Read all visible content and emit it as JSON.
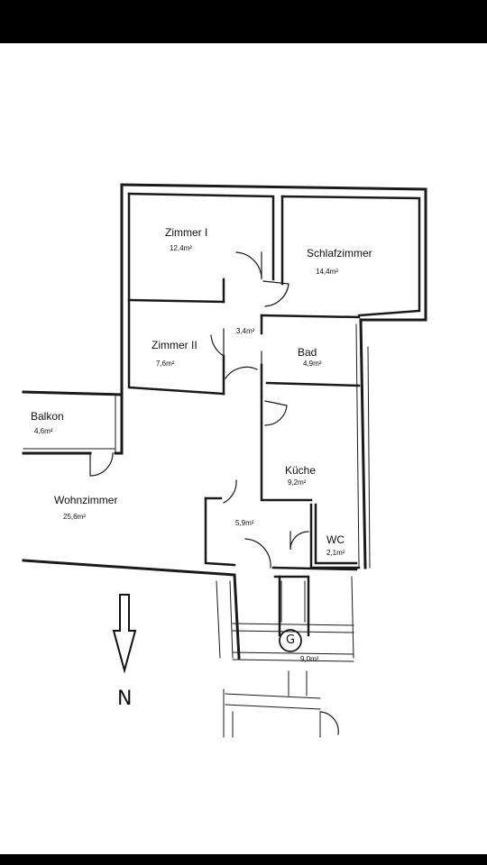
{
  "rooms": [
    {
      "id": "zimmer1",
      "name": "Zimmer I",
      "area": "12,4m²"
    },
    {
      "id": "schlaf",
      "name": "Schlafzimmer",
      "area": "14,4m²"
    },
    {
      "id": "flur",
      "name": "",
      "area": "3,4m²"
    },
    {
      "id": "zimmer2",
      "name": "Zimmer II",
      "area": "7,6m²"
    },
    {
      "id": "bad",
      "name": "Bad",
      "area": "4,9m²"
    },
    {
      "id": "balkon",
      "name": "Balkon",
      "area": "4,6m²"
    },
    {
      "id": "kueche",
      "name": "Küche",
      "area": "9,2m²"
    },
    {
      "id": "wohn",
      "name": "Wohnzimmer",
      "area": "25,6m²"
    },
    {
      "id": "diele",
      "name": "",
      "area": "5,9m²"
    },
    {
      "id": "wc",
      "name": "WC",
      "area": "2,1m²"
    },
    {
      "id": "treppe",
      "name": "",
      "area": "9,0m²"
    }
  ],
  "compass": {
    "label": "N"
  },
  "stair_marker": {
    "label": "G"
  },
  "colors": {
    "wall": "#1a1a1a",
    "background": "#ffffff",
    "frame": "#000000"
  }
}
